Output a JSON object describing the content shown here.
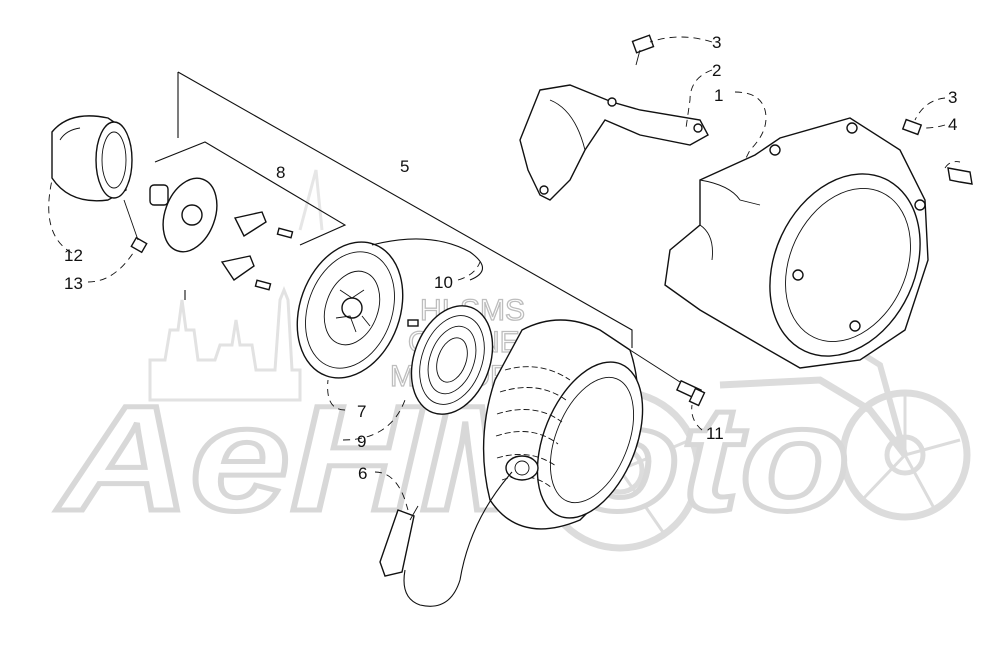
{
  "callouts": [
    {
      "id": "c1",
      "text": "1"
    },
    {
      "id": "c2",
      "text": "2"
    },
    {
      "id": "c3a",
      "text": "3"
    },
    {
      "id": "c3b",
      "text": "3"
    },
    {
      "id": "c4",
      "text": "4"
    },
    {
      "id": "c5",
      "text": "5"
    },
    {
      "id": "c6",
      "text": "6"
    },
    {
      "id": "c7",
      "text": "7"
    },
    {
      "id": "c8",
      "text": "8"
    },
    {
      "id": "c9",
      "text": "9"
    },
    {
      "id": "c10",
      "text": "10"
    },
    {
      "id": "c11",
      "text": "11"
    },
    {
      "id": "c12",
      "text": "12"
    },
    {
      "id": "c13",
      "text": "13"
    }
  ],
  "watermark": {
    "brand": "AeHMoto",
    "line1": "HI-SMS",
    "line2": "ONLINE",
    "line3": "MICROFICHE"
  }
}
